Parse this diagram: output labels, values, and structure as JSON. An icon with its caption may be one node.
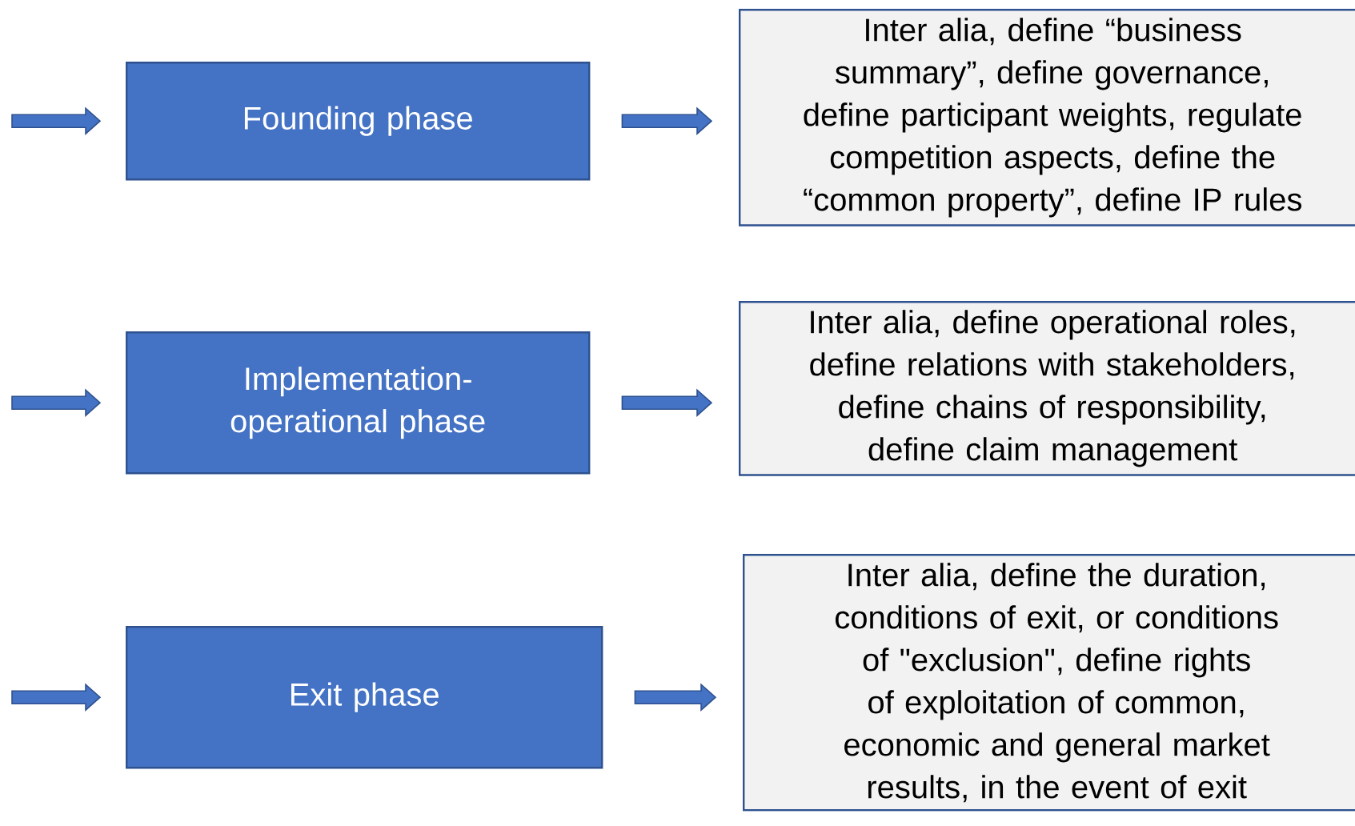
{
  "diagram": {
    "nodes": [
      {
        "text": [
          "Founding phase"
        ]
      },
      {
        "text": [
          "Implementation-operational phase"
        ]
      },
      {
        "text": [
          "Exit phase"
        ]
      },
      {
        "text": [
          "Inter alia, define “business summary”, define governance, define participant weights, regulate competition aspects, define the “common property”, define IP rules"
        ]
      },
      {
        "text": [
          "Inter alia, define operational roles, define relations with stakeholders, define chains of responsibility, define claim management"
        ]
      },
      {
        "text": [
          "Inter alia, define the duration, conditions of exit, or conditions of \"exclusion\", define rights of exploitation of common, economic and general market results, in the event of exit"
        ]
      }
    ],
    "edges": [
      {
        "from": null,
        "to": 0,
        "arrow": "to"
      },
      {
        "from": 0,
        "to": 3,
        "arrow": "to"
      },
      {
        "from": null,
        "to": 1,
        "arrow": "to"
      },
      {
        "from": 1,
        "to": 4,
        "arrow": "to"
      },
      {
        "from": null,
        "to": 2,
        "arrow": "to"
      },
      {
        "from": 2,
        "to": 5,
        "arrow": "to"
      }
    ]
  }
}
